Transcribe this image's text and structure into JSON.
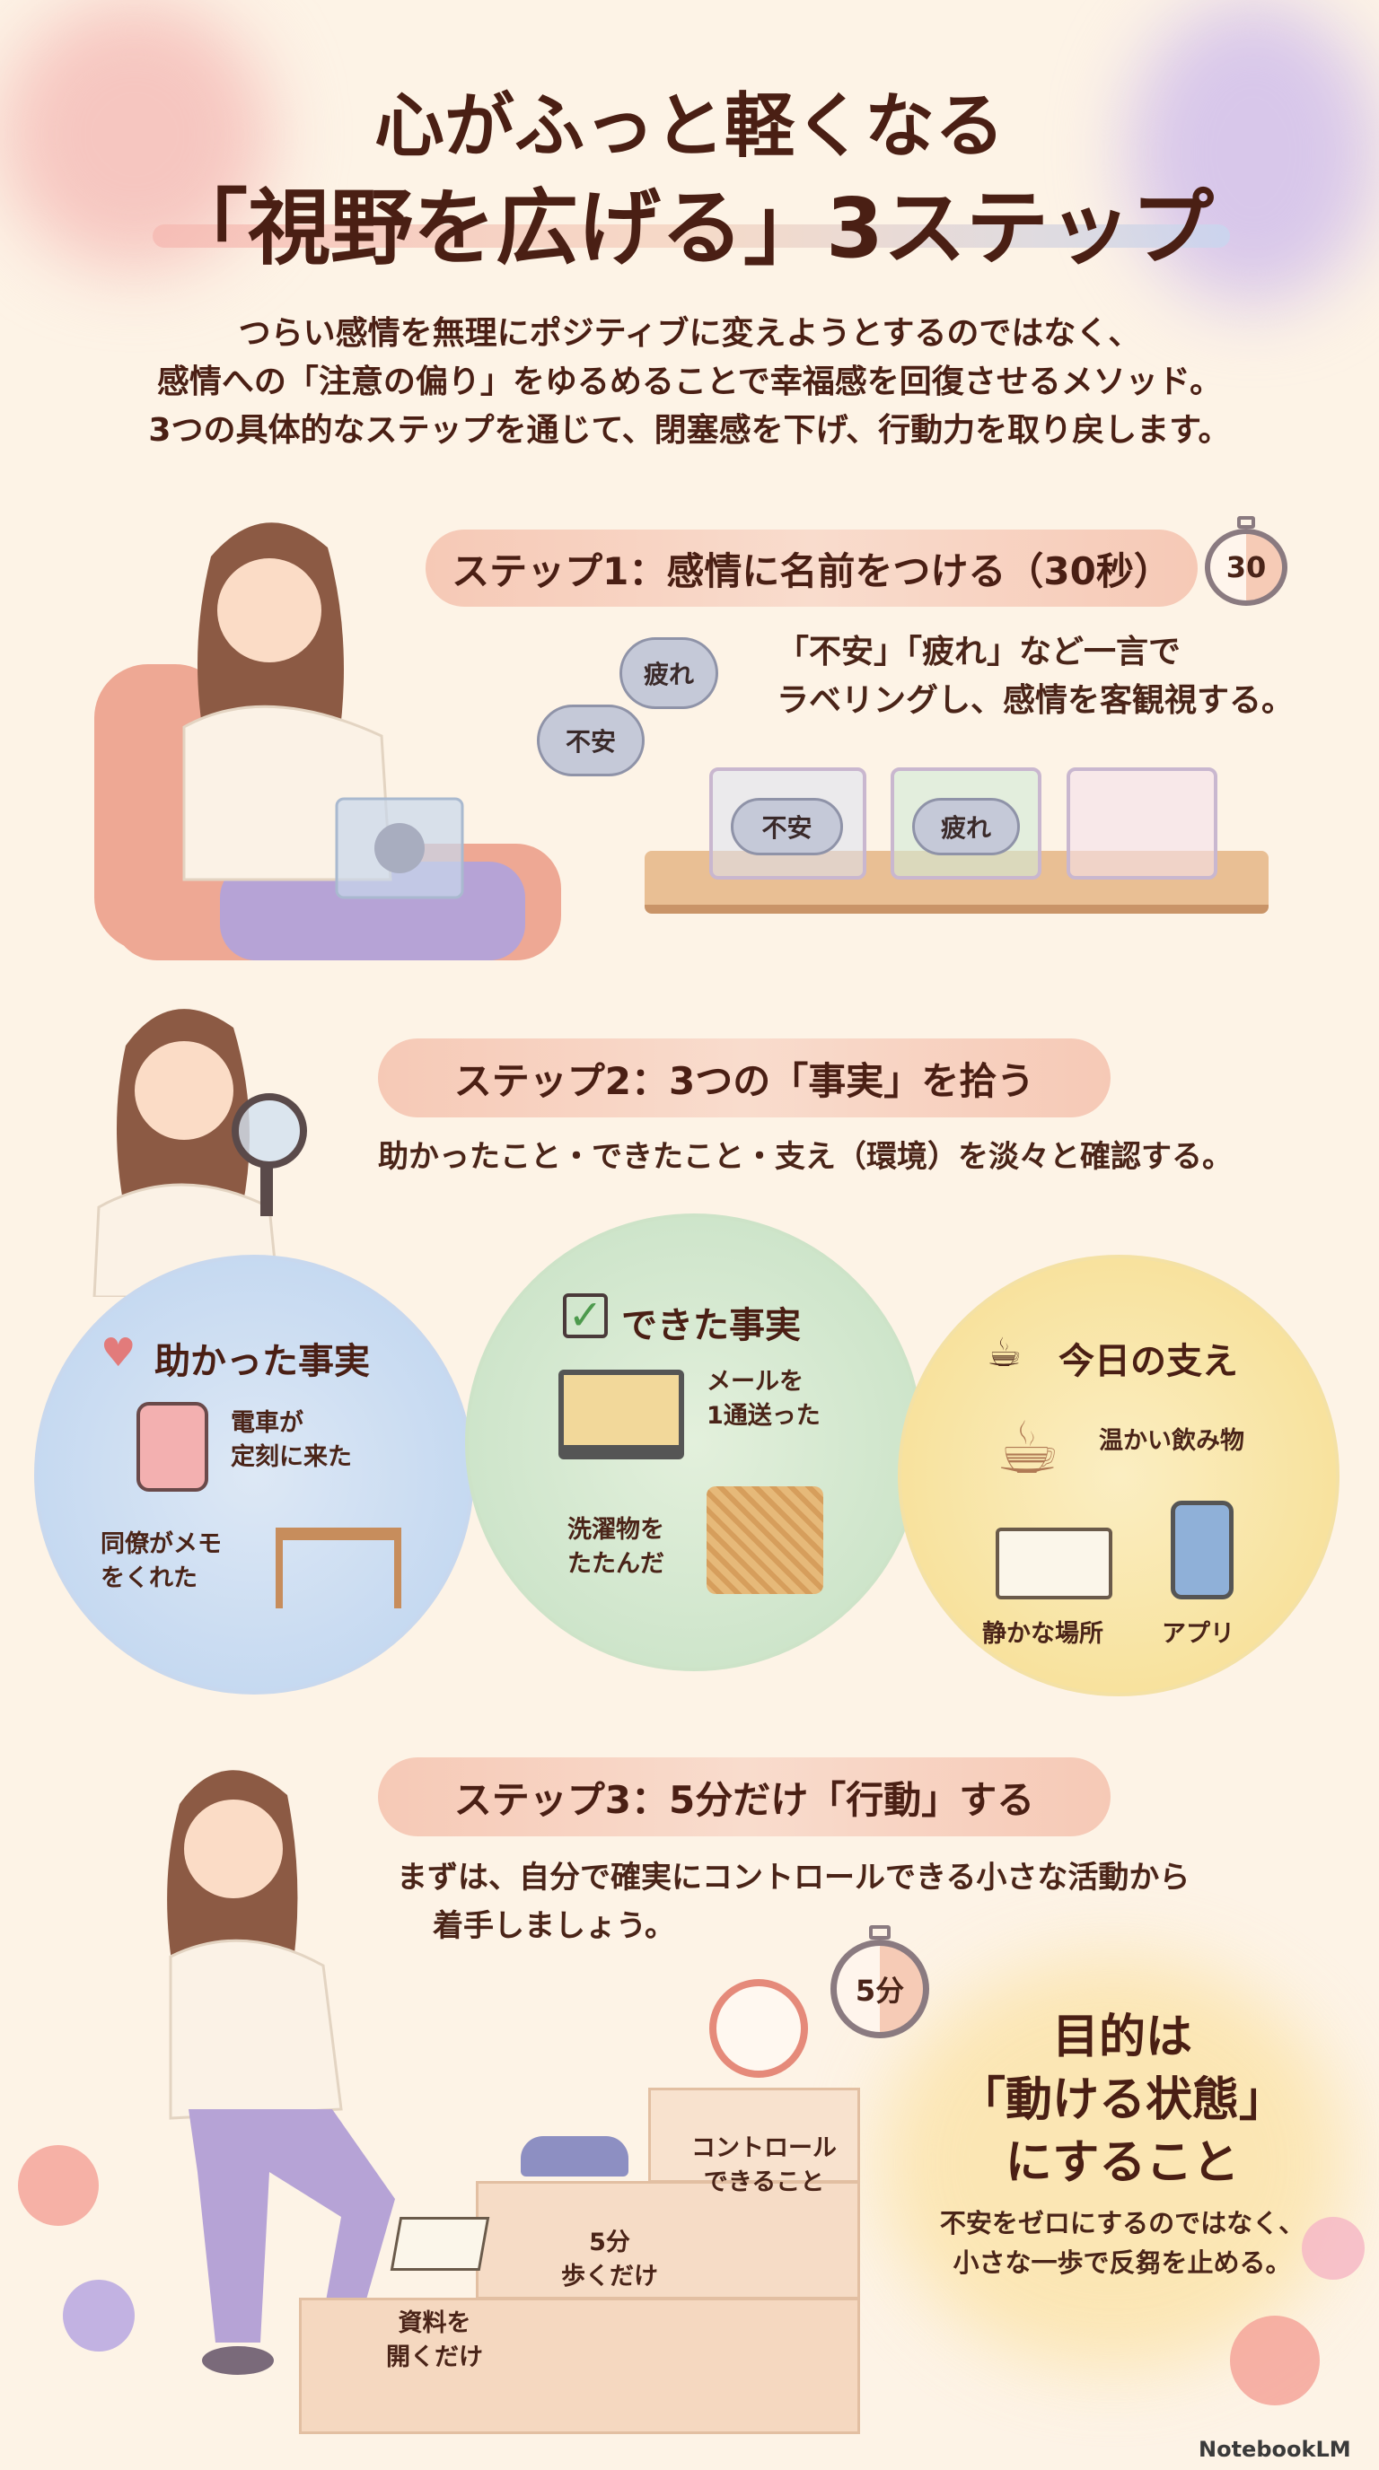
{
  "title": {
    "line1": "心がふっと軽くなる",
    "line2": "「視野を広げる」3ステップ"
  },
  "intro": [
    "つらい感情を無理にポジティブに変えようとするのではなく、",
    "感情への「注意の偏り」をゆるめることで幸福感を回復させるメソッド。",
    "3つの具体的なステップを通じて、閉塞感を下げ、行動力を取り戻します。"
  ],
  "step1": {
    "heading": "ステップ1：感情に名前をつける（30秒）",
    "timer": "30",
    "desc": [
      "「不安」「疲れ」など一言で",
      "ラベリングし、感情を客観視する。"
    ],
    "clouds": [
      "不安",
      "疲れ"
    ],
    "boxes": [
      "不安",
      "疲れ",
      ""
    ]
  },
  "step2": {
    "heading": "ステップ2：3つの「事実」を拾う",
    "desc": "助かったこと・できたこと・支え（環境）を淡々と確認する。",
    "cards": [
      {
        "title": "助かった事実",
        "icon": "heart-hands-icon",
        "items": [
          "電車が\n定刻に来た",
          "同僚がメモ\nをくれた"
        ]
      },
      {
        "title": "できた事実",
        "icon": "checkbox-icon",
        "items": [
          "メールを\n1通送った",
          "洗濯物を\nたたんだ"
        ]
      },
      {
        "title": "今日の支え",
        "icon": "plant-cup-icon",
        "items": [
          "温かい飲み物",
          "静かな場所",
          "アプリ"
        ]
      }
    ]
  },
  "step3": {
    "heading": "ステップ3：5分だけ「行動」する",
    "desc": [
      "まずは、自分で確実にコントロールできる小さな活動から",
      "着手しましょう。"
    ],
    "timer": "5分",
    "stairs": [
      "資料を\n開くだけ",
      "5分\n歩くだけ",
      "コントロール\nできること"
    ],
    "goal": {
      "lines": [
        "目的は",
        "「動ける状態」",
        "にすること"
      ],
      "desc": [
        "不安をゼロにするのではなく、",
        "小さな一歩で反芻を止める。"
      ]
    }
  },
  "watermark": "NotebookLM",
  "colors": {
    "text": "#4a1f14",
    "pill": "#f6c9b6",
    "blue": "#cfdff2",
    "green": "#d6ead2",
    "yellow": "#f9e6b0"
  }
}
